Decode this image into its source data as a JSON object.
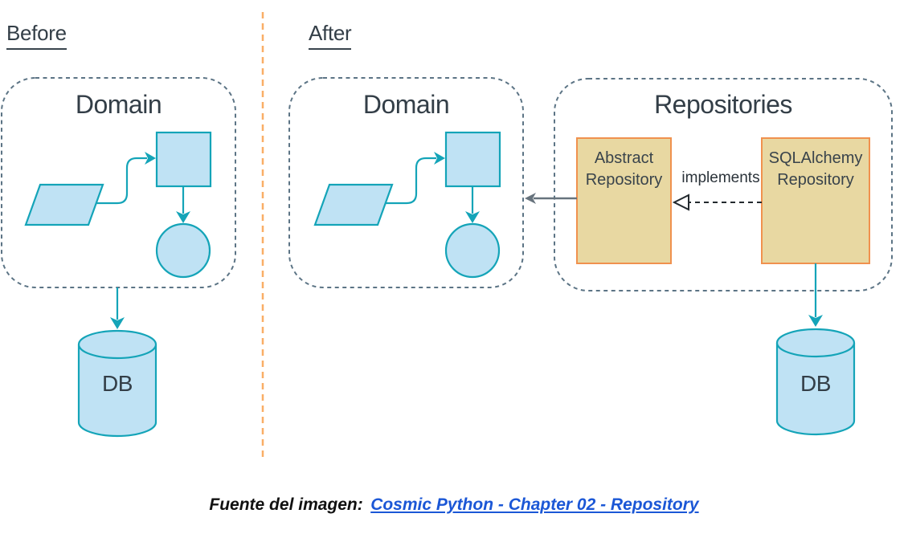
{
  "colors": {
    "teal": "#14a4b8",
    "shape_fill": "#bfe2f4",
    "dash_gray": "#5c7485",
    "text_dark": "#333e47",
    "tan_fill": "#e8d8a2",
    "orange_border": "#f0914e",
    "gray_arrow": "#67737d",
    "separator_orange": "#f9ae66",
    "link_blue": "#1b57d6",
    "implements_black": "#23292e"
  },
  "before": {
    "label": "Before",
    "domain_title": "Domain",
    "db_label": "DB"
  },
  "after": {
    "label": "After",
    "domain_title": "Domain"
  },
  "repositories": {
    "title": "Repositories",
    "abstract_label": "Abstract Repository",
    "sqlalchemy_label": "SQLAlchemy Repository",
    "implements_label": "implements",
    "db_label": "DB"
  },
  "caption": {
    "prefix": "Fuente del imagen:",
    "link_label": "Cosmic Python - Chapter 02 - Repository"
  }
}
